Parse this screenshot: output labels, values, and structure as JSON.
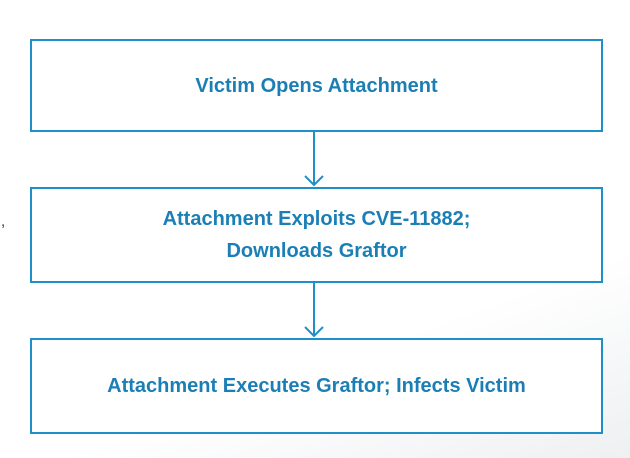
{
  "diagram": {
    "colors": {
      "accent": "#1f8fc8",
      "text": "#1b7fb6"
    },
    "steps": [
      {
        "lines": [
          "Victim Opens Attachment"
        ]
      },
      {
        "lines": [
          "Attachment Exploits CVE-11882;",
          "Downloads Graftor"
        ]
      },
      {
        "lines": [
          "Attachment Executes Graftor; Infects Victim"
        ]
      }
    ],
    "margin_mark": ","
  }
}
